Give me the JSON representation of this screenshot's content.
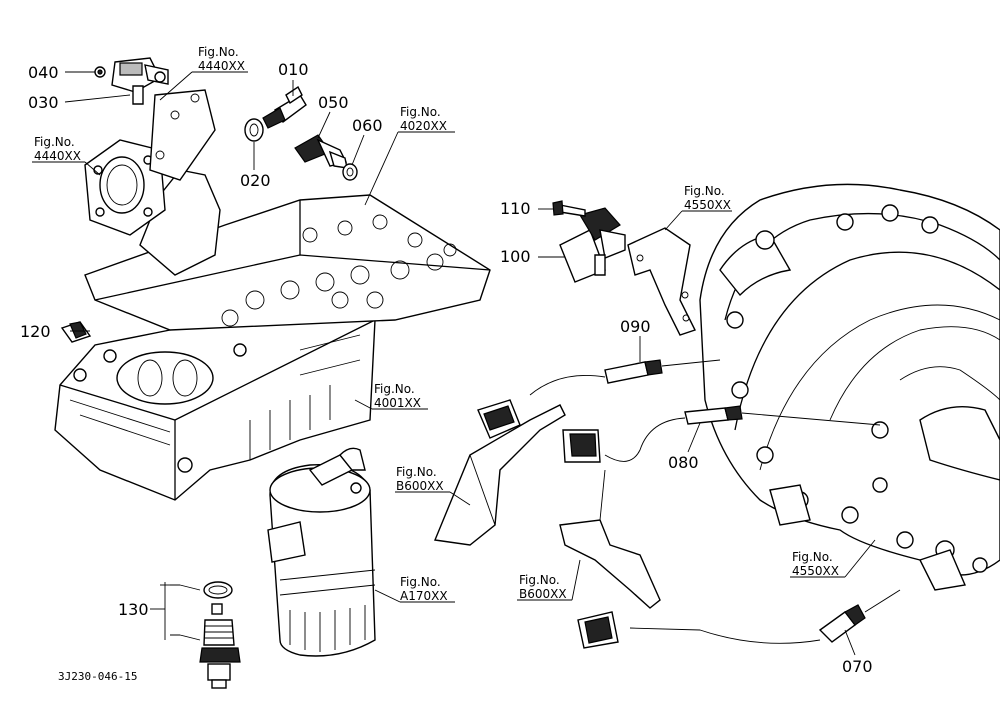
{
  "diagram": {
    "parts": {
      "p010": "010",
      "p020": "020",
      "p030": "030",
      "p040": "040",
      "p050": "050",
      "p060": "060",
      "p070": "070",
      "p080": "080",
      "p090": "090",
      "p100": "100",
      "p110": "110",
      "p120": "120",
      "p130": "130"
    },
    "fig_label": "Fig.No.",
    "fig_refs": {
      "r4440a": "4440XX",
      "r4440b": "4440XX",
      "r4020": "4020XX",
      "r4001": "4001XX",
      "r4550a": "4550XX",
      "r4550b": "4550XX",
      "rB600a": "B600XX",
      "rB600b": "B600XX",
      "rA170": "A170XX"
    },
    "drawing_code": "3J230-046-15"
  }
}
